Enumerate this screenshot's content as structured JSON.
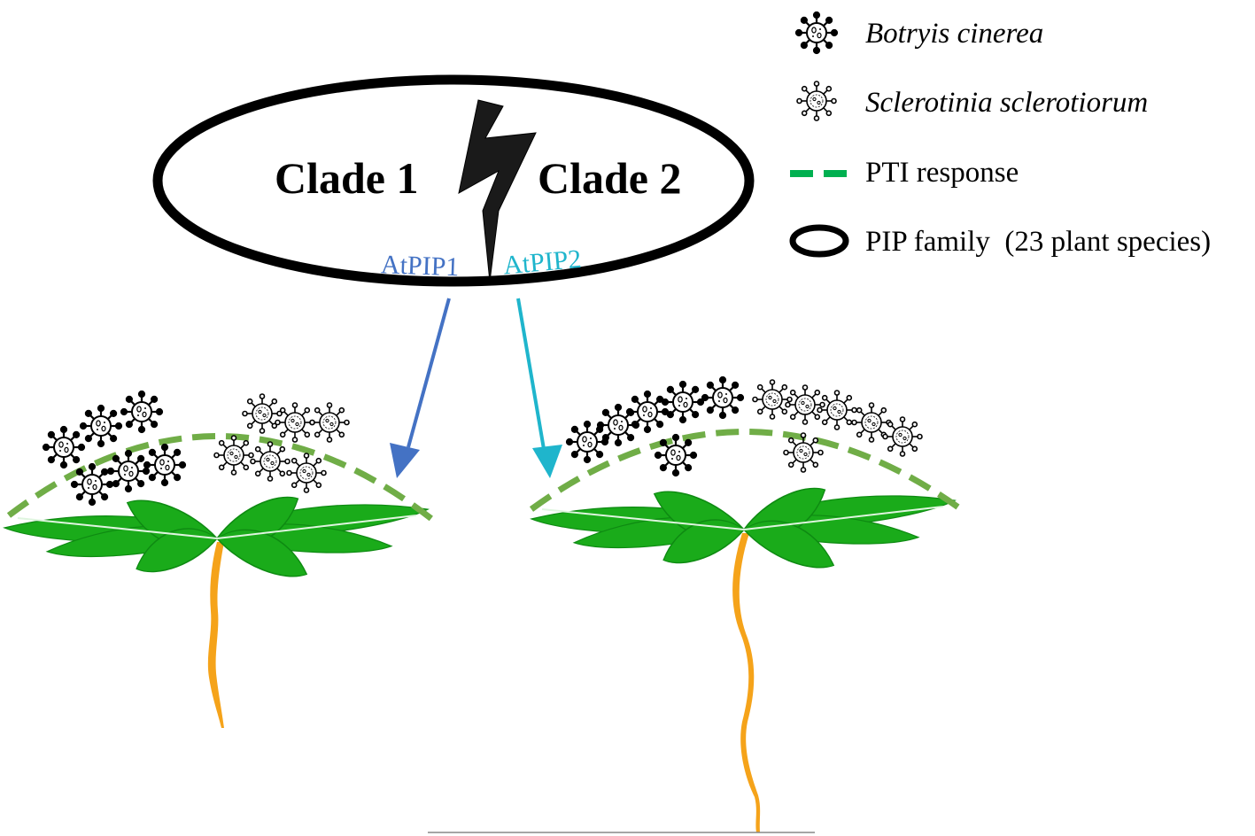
{
  "colors": {
    "ellipse": "#000000",
    "bolt": "#1a1a1a",
    "pip1": "#4472c4",
    "pip2": "#1fb5cc",
    "pti": "#70ad47",
    "pti_legend": "#00b050",
    "leaf": "#1aab1a",
    "leaf_dark": "#0e8a12",
    "root": "#f5a31a",
    "pathogen": "#000000"
  },
  "diagram": {
    "clade1": "Clade 1",
    "clade2": "Clade 2",
    "gene1": "AtPIP1",
    "gene2": "AtPIP2"
  },
  "legend": {
    "botrytis": "Botryis cinerea",
    "sclerotinia": "Sclerotinia sclerotiorum",
    "pti": "PTI response",
    "pip": "PIP family  (23 plant species)"
  },
  "icons": {
    "botrytis": "botrytis-pathogen-icon",
    "sclerotinia": "sclerotinia-pathogen-icon",
    "pti": "dashed-line-icon",
    "pip": "ellipse-icon"
  }
}
